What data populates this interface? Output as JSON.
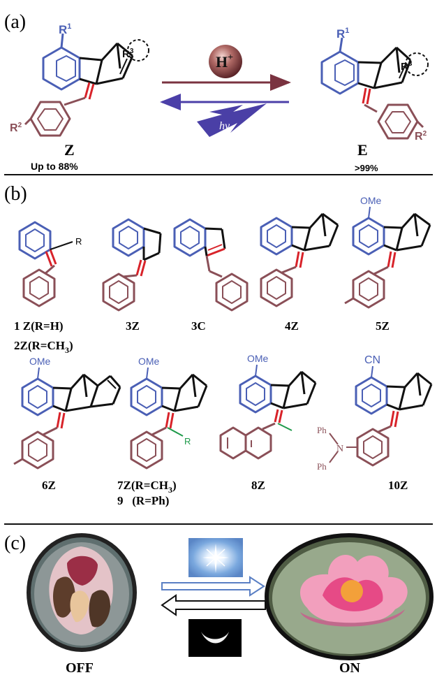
{
  "panels": {
    "a": "(a)",
    "b": "(b)",
    "c": "(c)"
  },
  "panel_a": {
    "z_label": "Z",
    "z_yield": "Up to 88%",
    "e_label": "E",
    "e_yield": ">99%",
    "acid": "H",
    "acid_sup": "+",
    "light": "hν",
    "r1": "R",
    "r1_sup": "1",
    "r2": "R",
    "r2_sup": "2",
    "r3": "R",
    "r3_sup": "3"
  },
  "panel_b": {
    "c1": "1 Z(R=H)",
    "c2": "2Z(R=CH",
    "c2_sub": "3",
    "c2_tail": ")",
    "c3z": "3Z",
    "c3c": "3C",
    "c4z": "4Z",
    "c5z": "5Z",
    "c6z": "6Z",
    "c7z": "7Z(R=CH",
    "c7z_sub": "3",
    "c7z_tail": ")",
    "c9": "9   (R=Ph)",
    "c8z": "8Z",
    "c10z": "10Z",
    "r_label": "R",
    "r_label_green": "R",
    "ome": "OMe",
    "cn": "CN",
    "ph": "Ph",
    "n": "N"
  },
  "panel_c": {
    "off": "OFF",
    "on": "ON"
  },
  "colors": {
    "blue_ring": "#4a5fb5",
    "mauve_ring": "#8a4f57",
    "red_bond": "#d8232a",
    "green_bond": "#1e9a4a",
    "arrow_fwd": "#7a3340",
    "arrow_back": "#4b3fa8"
  }
}
